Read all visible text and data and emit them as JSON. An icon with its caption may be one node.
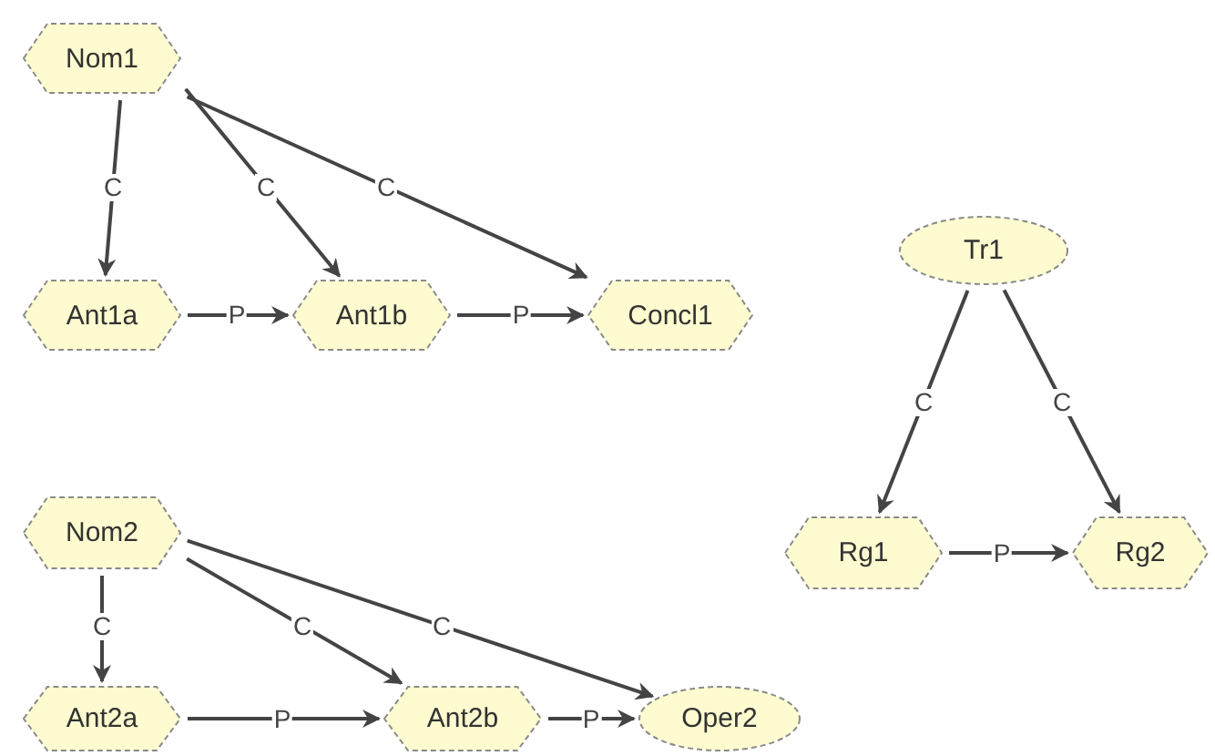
{
  "diagram": {
    "nodes": [
      {
        "text": [
          "Nom1"
        ]
      },
      {
        "text": [
          "Ant1a"
        ]
      },
      {
        "text": [
          "Ant1b"
        ]
      },
      {
        "text": [
          "Concl1"
        ]
      },
      {
        "text": [
          "Tr1"
        ]
      },
      {
        "text": [
          "Rg1"
        ]
      },
      {
        "text": [
          "Rg2"
        ]
      },
      {
        "text": [
          "Nom2"
        ]
      },
      {
        "text": [
          "Ant2a"
        ]
      },
      {
        "text": [
          "Ant2b"
        ]
      },
      {
        "text": [
          "Oper2"
        ]
      }
    ],
    "edges": [
      {
        "from": 0,
        "to": 1,
        "arrow": "to",
        "label": "C"
      },
      {
        "from": 0,
        "to": 2,
        "arrow": "to",
        "label": "C"
      },
      {
        "from": 0,
        "to": 3,
        "arrow": "to",
        "label": "C"
      },
      {
        "from": 1,
        "to": 2,
        "arrow": "to",
        "label": "P"
      },
      {
        "from": 2,
        "to": 3,
        "arrow": "to",
        "label": "P"
      },
      {
        "from": 4,
        "to": 5,
        "arrow": "to",
        "label": "C"
      },
      {
        "from": 4,
        "to": 6,
        "arrow": "to",
        "label": "C"
      },
      {
        "from": 5,
        "to": 6,
        "arrow": "to",
        "label": "P"
      },
      {
        "from": 7,
        "to": 8,
        "arrow": "to",
        "label": "C"
      },
      {
        "from": 7,
        "to": 9,
        "arrow": "to",
        "label": "C"
      },
      {
        "from": 7,
        "to": 10,
        "arrow": "to",
        "label": "C"
      },
      {
        "from": 8,
        "to": 9,
        "arrow": "to",
        "label": "P"
      },
      {
        "from": 9,
        "to": 10,
        "arrow": "to",
        "label": "P"
      }
    ]
  }
}
